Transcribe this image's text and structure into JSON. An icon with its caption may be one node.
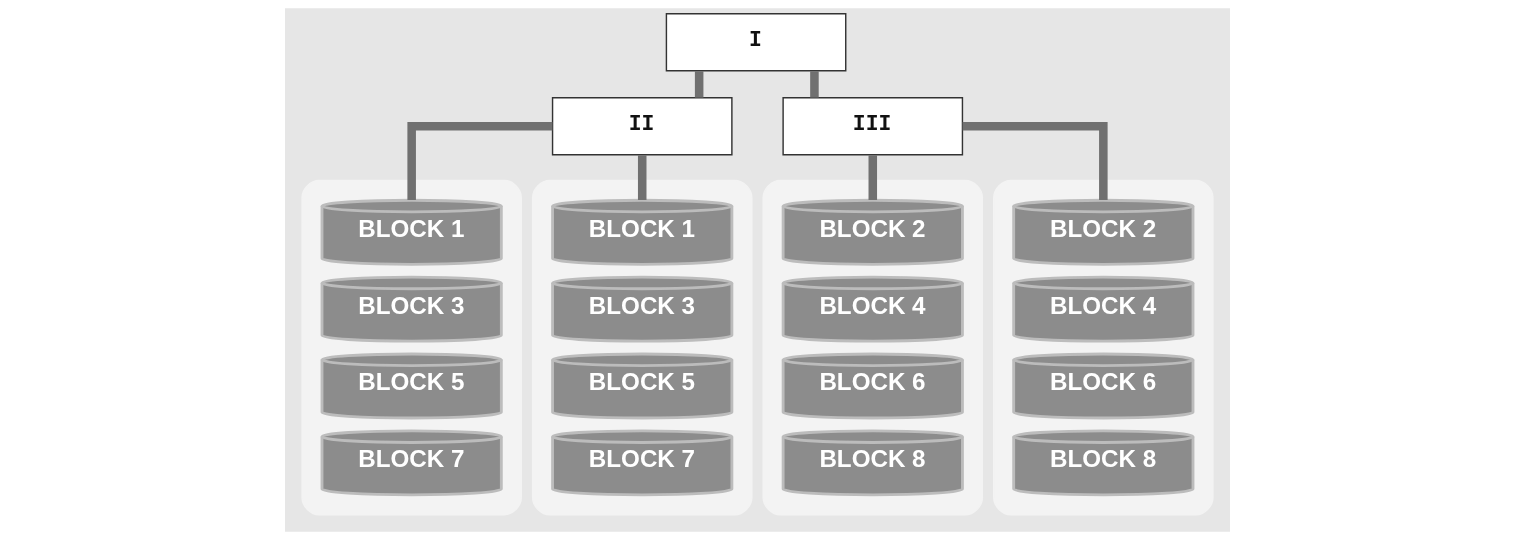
{
  "diagram": {
    "nodes": [
      {
        "text": [
          "I"
        ]
      },
      {
        "text": [
          "II"
        ]
      },
      {
        "text": [
          "III"
        ]
      },
      {
        "text": [],
        "shape": "box"
      },
      {
        "text": [
          "BLOCK 1"
        ],
        "in": 3
      },
      {
        "text": [
          "BLOCK 3"
        ],
        "in": 3
      },
      {
        "text": [
          "BLOCK 5"
        ],
        "in": 3
      },
      {
        "text": [
          "BLOCK 7"
        ],
        "in": 3
      },
      {
        "text": [],
        "shape": "box"
      },
      {
        "text": [
          "BLOCK 1"
        ],
        "in": 8
      },
      {
        "text": [
          "BLOCK 3"
        ],
        "in": 8
      },
      {
        "text": [
          "BLOCK 5"
        ],
        "in": 8
      },
      {
        "text": [
          "BLOCK 7"
        ],
        "in": 8
      },
      {
        "text": [],
        "shape": "box"
      },
      {
        "text": [
          "BLOCK 2"
        ],
        "in": 13
      },
      {
        "text": [
          "BLOCK 4"
        ],
        "in": 13
      },
      {
        "text": [
          "BLOCK 6"
        ],
        "in": 13
      },
      {
        "text": [
          "BLOCK 8"
        ],
        "in": 13
      },
      {
        "text": [],
        "shape": "box"
      },
      {
        "text": [
          "BLOCK 2"
        ],
        "in": 18
      },
      {
        "text": [
          "BLOCK 4"
        ],
        "in": 18
      },
      {
        "text": [
          "BLOCK 6"
        ],
        "in": 18
      },
      {
        "text": [
          "BLOCK 8"
        ],
        "in": 18
      }
    ],
    "edges": [
      {
        "from": 0,
        "to": 1,
        "arrow": "none"
      },
      {
        "from": 0,
        "to": 2,
        "arrow": "none"
      },
      {
        "from": 1,
        "to": 4,
        "arrow": "none"
      },
      {
        "from": 1,
        "to": 9,
        "arrow": "none"
      },
      {
        "from": 2,
        "to": 14,
        "arrow": "none"
      },
      {
        "from": 2,
        "to": 19,
        "arrow": "none"
      }
    ]
  }
}
